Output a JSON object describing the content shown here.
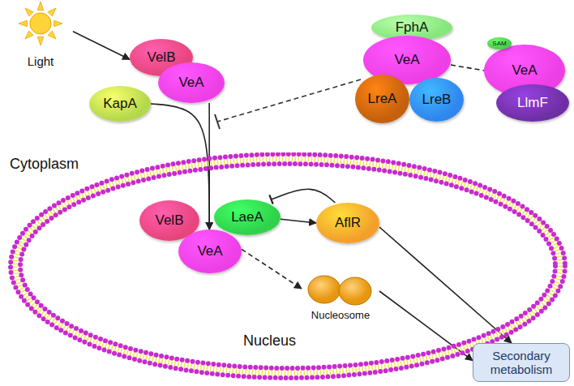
{
  "diagram": {
    "nodes": [
      {
        "text": [
          "Light"
        ]
      },
      {
        "text": [
          "VelB"
        ]
      },
      {
        "text": [
          "VeA"
        ]
      },
      {
        "text": [
          "KapA"
        ]
      },
      {
        "text": [
          "FphA"
        ]
      },
      {
        "text": [
          "VeA"
        ]
      },
      {
        "text": [
          "LreA"
        ]
      },
      {
        "text": [
          "LreB"
        ]
      },
      {
        "text": [
          "VeA"
        ]
      },
      {
        "text": [
          "SAM"
        ]
      },
      {
        "text": [
          "LlmF"
        ]
      },
      {
        "text": [
          "Nucleus"
        ]
      },
      {
        "text": [
          "VelB"
        ],
        "in": 11
      },
      {
        "text": [
          "LaeA"
        ],
        "in": 11
      },
      {
        "text": [
          "VeA"
        ],
        "in": 11
      },
      {
        "text": [
          "AflR"
        ],
        "in": 11
      },
      {
        "text": [
          "Nucleosome"
        ],
        "in": 11
      },
      {
        "text": [
          "Secondary metabolism"
        ]
      }
    ],
    "edges": [
      {
        "from": 0,
        "to": 1,
        "arrow": "to"
      },
      {
        "from": 2,
        "to": 14,
        "arrow": "to"
      },
      {
        "from": 3,
        "to": 14,
        "arrow": "to"
      },
      {
        "from": 5,
        "to": 8,
        "arrow": "none"
      },
      {
        "from": 13,
        "to": 15,
        "arrow": "to"
      },
      {
        "from": 15,
        "to": 13,
        "arrow": "to"
      },
      {
        "from": 14,
        "to": 16,
        "arrow": "to"
      },
      {
        "from": 16,
        "to": 17,
        "arrow": "to"
      },
      {
        "from": 15,
        "to": 17,
        "arrow": "to"
      }
    ],
    "labels": [
      "Cytoplasm"
    ]
  }
}
